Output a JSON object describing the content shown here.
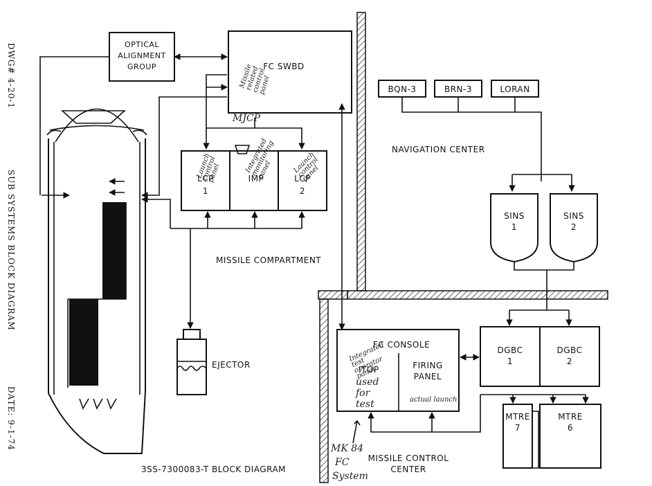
{
  "margin": {
    "drawing_number": "DWG# 4-20-1",
    "title": "SUB SYSTEMS BLOCK DIAGRAM",
    "date": "DATE: 9-1-74"
  },
  "blocks": {
    "optical_alignment": [
      "OPTICAL",
      "ALIGNMENT",
      "GROUP"
    ],
    "fc_swbd": "FC SWBD",
    "lcp1": [
      "LCP",
      "1"
    ],
    "imp": "IMP",
    "lcp2": [
      "LCP",
      "2"
    ],
    "ejector": "EJECTOR",
    "bqn3": "BQN-3",
    "brn3": "BRN-3",
    "loran": "LORAN",
    "sins1": [
      "SINS",
      "1"
    ],
    "sins2": [
      "SINS",
      "2"
    ],
    "fc_console": "FC CONSOLE",
    "itop": "ITOP",
    "firing_panel": [
      "FIRING",
      "PANEL"
    ],
    "dgbc1": [
      "DGBC",
      "1"
    ],
    "dgbc2": [
      "DGBC",
      "2"
    ],
    "mtre7": [
      "MTRE",
      "7"
    ],
    "mtre6": [
      "MTRE",
      "6"
    ]
  },
  "areas": {
    "navigation_center": "NAVIGATION CENTER",
    "missile_compartment": "MISSILE COMPARTMENT",
    "missile_control_center": [
      "MISSILE CONTROL",
      "CENTER"
    ],
    "block_diagram": "3SS-7300083-T BLOCK DIAGRAM"
  },
  "handwritten": {
    "swbd_note": [
      "Missile",
      "related",
      "control",
      "panel"
    ],
    "mjcp": "MJCP",
    "lcp1_note": [
      "Launch",
      "control",
      "panel"
    ],
    "imp_note": [
      "Integrated",
      "monitoring",
      "panel"
    ],
    "lcp2_note": [
      "Launch",
      "control",
      "panel"
    ],
    "itop_note": [
      "Integrated",
      "test",
      "operator",
      "panel"
    ],
    "itop_use": [
      "used",
      "for",
      "test"
    ],
    "firing_note": [
      "actual",
      "launch"
    ],
    "mk84": [
      "MK 84",
      "FC",
      "System"
    ]
  }
}
